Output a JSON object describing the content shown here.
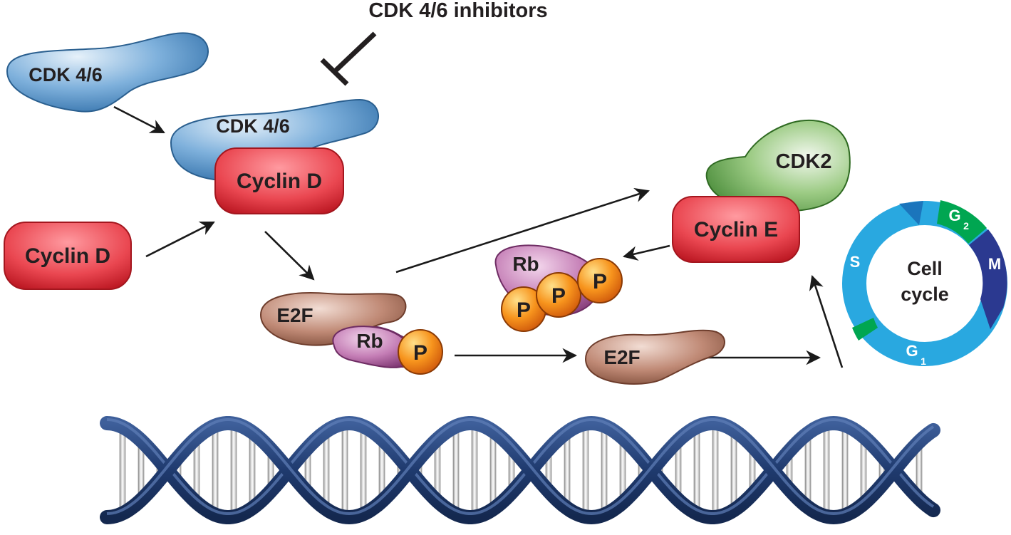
{
  "inhibitor": {
    "label": "CDK 4/6 inhibitors"
  },
  "cdk46_free": {
    "label": "CDK 4/6"
  },
  "cdk46_complex": {
    "label": "CDK 4/6"
  },
  "cyclin_d_complex": {
    "label": "Cyclin D"
  },
  "cyclin_d_free": {
    "label": "Cyclin D"
  },
  "e2f_rb_complex": {
    "e2f_label": "E2F",
    "rb_label": "Rb",
    "p_label": "P"
  },
  "e2f_free": {
    "label": "E2F"
  },
  "rb_phospho": {
    "rb_label": "Rb",
    "p1": "P",
    "p2": "P",
    "p3": "P"
  },
  "cdk2": {
    "label": "CDK2"
  },
  "cyclin_e": {
    "label": "Cyclin E"
  },
  "cell_cycle": {
    "center_line1": "Cell",
    "center_line2": "cycle",
    "phases": {
      "s": "S",
      "g2": "G",
      "g2_sub": "2",
      "m": "M",
      "g1": "G",
      "g1_sub": "1"
    }
  },
  "colors": {
    "cdk46": "#5b93c4",
    "cyclin": "#e8414d",
    "e2f": "#a9735f",
    "rb": "#b06aa2",
    "phosphate": "#f7941d",
    "cdk2": "#7bb661",
    "dna": "#1f3a6e",
    "cycle_light": "#29a8e0",
    "cycle_dark": "#2b3990",
    "cycle_green": "#00a651"
  }
}
